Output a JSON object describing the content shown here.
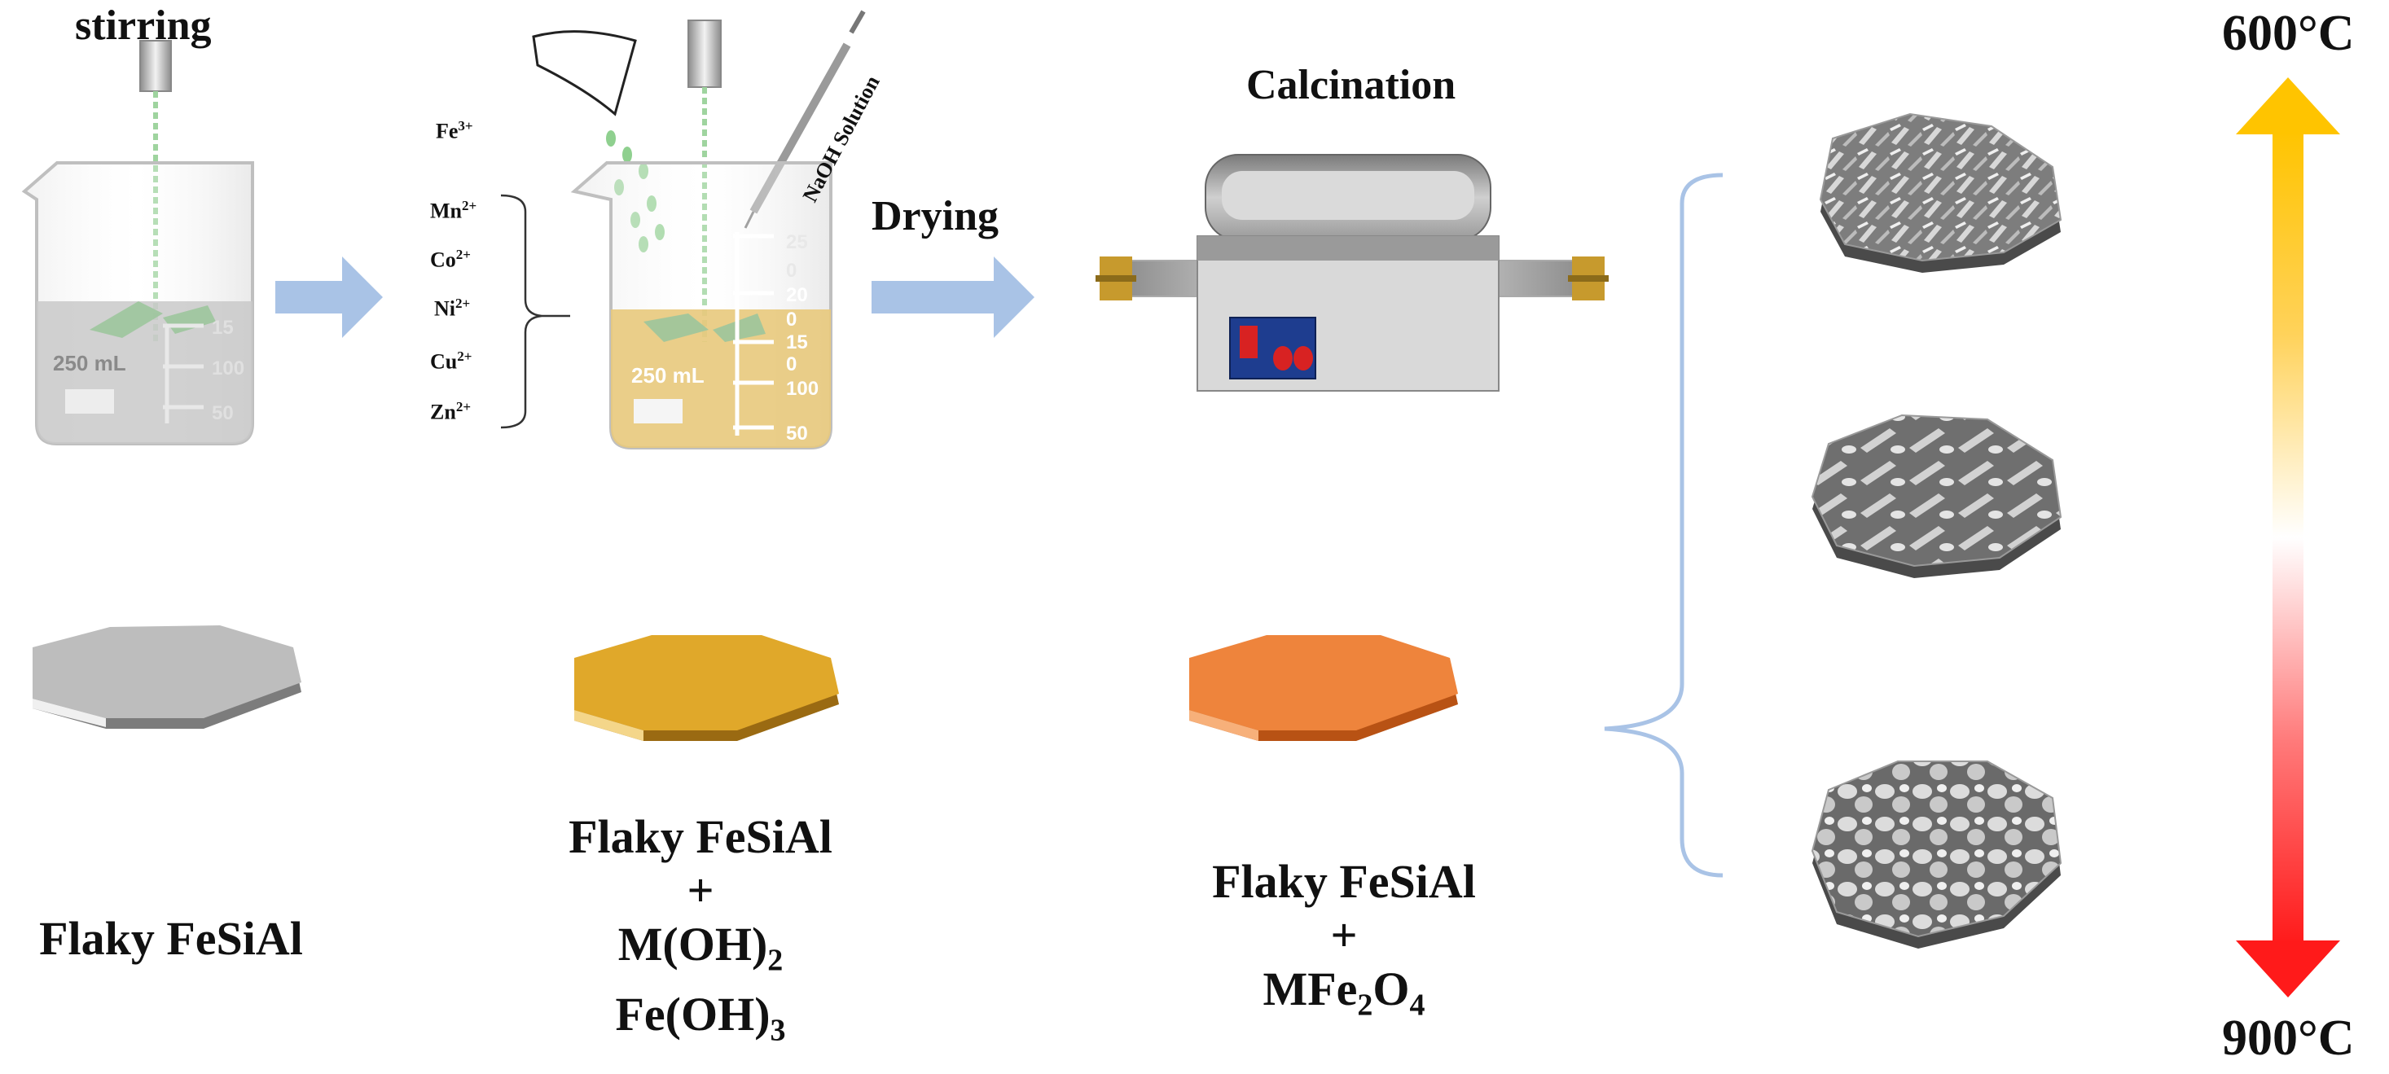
{
  "steps": {
    "stirring": "stirring",
    "drying": "Drying",
    "calcination": "Calcination"
  },
  "reagent": "NaOH Solution",
  "beaker": {
    "volume": "250 mL",
    "scale_marks": [
      "25",
      "0",
      "20",
      "0",
      "15",
      "0",
      "100",
      "50"
    ]
  },
  "ions": {
    "fe": {
      "base": "Fe",
      "charge": "3+"
    },
    "bracketed": [
      {
        "base": "Mn",
        "charge": "2+"
      },
      {
        "base": "Co",
        "charge": "2+"
      },
      {
        "base": "Ni",
        "charge": "2+"
      },
      {
        "base": "Cu",
        "charge": "2+"
      },
      {
        "base": "Zn",
        "charge": "2+"
      }
    ]
  },
  "products": {
    "p1": {
      "line1": "Flaky FeSiAl"
    },
    "p2": {
      "line1": "Flaky FeSiAl",
      "plus": "+",
      "line3_base": "M(OH)",
      "line3_sub": "2",
      "line4_base": "Fe(OH)",
      "line4_sub": "3"
    },
    "p3": {
      "line1": "Flaky FeSiAl",
      "plus": "+",
      "line3_a": "MFe",
      "line3_sub1": "2",
      "line3_b": "O",
      "line3_sub2": "4"
    }
  },
  "temperature": {
    "top": "600°C",
    "bottom": "900°C"
  },
  "colors": {
    "arrow_blue": "#a9c3e6",
    "flake_gray": "#bdbdbd",
    "flake_gold": "#e0a82a",
    "flake_orange": "#ee843c",
    "bracket_blue": "#a9c3e6",
    "temp_top": "#ffc400",
    "temp_bottom": "#ff1a1a"
  }
}
